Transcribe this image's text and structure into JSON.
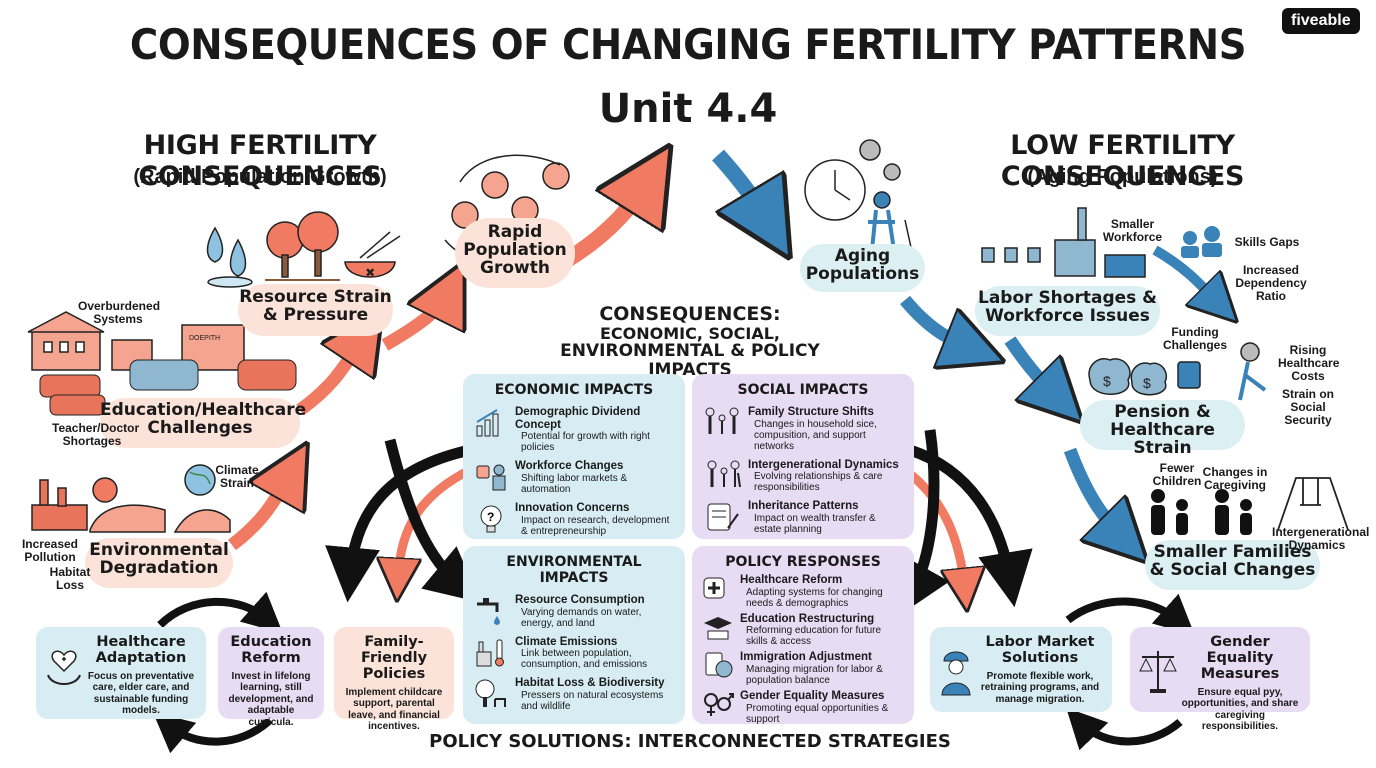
{
  "brand": "fiveable",
  "title": "CONSEQUENCES OF CHANGING FERTILITY PATTERNS",
  "subtitle": "Unit 4.4",
  "high": {
    "heading": "HIGH FERTILITY CONSEQUENCES",
    "subheading": "(Rapid Population Growth)",
    "rapid_growth": "Rapid Population Growth",
    "resource_strain": "Resource Strain & Pressure",
    "education": "Education/Healthcare Challenges",
    "overburdened": "Overburdened Systems",
    "teacher_shortage": "Teacher/Doctor Shortages",
    "env_degradation": "Environmental Degradation",
    "climate_strain": "Climate Strain",
    "increased_pollution": "Increased Pollution",
    "habitat_loss": "Habitat Loss",
    "hospital_sign": "DOEPITH"
  },
  "low": {
    "heading": "LOW FERTILITY CONSEQUENCES",
    "subheading": "(Aging Populations)",
    "aging": "Aging Populations",
    "labor": "Labor Shortages & Workforce Issues",
    "smaller_workforce": "Smaller Workforce",
    "skills_gaps": "Skills Gaps",
    "dependency": "Increased Dependency Ratio",
    "pension": "Pension & Healthcare Strain",
    "funding": "Funding Challenges",
    "rising_costs": "Rising Healthcare Costs",
    "social_security": "Strain on Social Security",
    "families": "Smaller Families & Social Changes",
    "fewer_children": "Fewer Children",
    "caregiving": "Changes in Caregiving",
    "intergen": "Intergenerational Dynamics"
  },
  "center": {
    "heading1": "CONSEQUENCES:",
    "heading2": "ECONOMIC, SOCIAL,",
    "heading3": "ENVIRONMENTAL & POLICY IMPACTS",
    "footer": "POLICY SOLUTIONS: INTERCONNECTED STRATEGIES"
  },
  "panels": {
    "economic": {
      "title": "ECONOMIC IMPACTS",
      "items": [
        {
          "t": "Demographic Dividend Concept",
          "d": "Potential for growth with right policies"
        },
        {
          "t": "Workforce Changes",
          "d": "Shifting labor markets & automation"
        },
        {
          "t": "Innovation Concerns",
          "d": "Impact on research, development & entrepreneurship"
        }
      ]
    },
    "social": {
      "title": "SOCIAL IMPACTS",
      "items": [
        {
          "t": "Family Structure Shifts",
          "d": "Changes in household sice, compusition, and support networks"
        },
        {
          "t": "Intergenerational Dynamics",
          "d": "Evolving relationships & care responsibilities"
        },
        {
          "t": "Inheritance Patterns",
          "d": "Impact on wealth transfer & estate planning"
        }
      ]
    },
    "environmental": {
      "title": "ENVIRONMENTAL IMPACTS",
      "items": [
        {
          "t": "Resource Consumption",
          "d": "Varying demands on water, energy, and land"
        },
        {
          "t": "Climate Emissions",
          "d": "Link between population, consumption, and emissions"
        },
        {
          "t": "Habitat Loss & Biodiversity",
          "d": "Pressers on natural ecosystems and wildlife"
        }
      ]
    },
    "policy": {
      "title": "POLICY RESPONSES",
      "items": [
        {
          "t": "Healthcare Reform",
          "d": "Adapting systems for changing needs & demographics"
        },
        {
          "t": "Education Restructuring",
          "d": "Reforming education for future skills & access"
        },
        {
          "t": "Immigration Adjustment",
          "d": "Managing migration for labor & population balance"
        },
        {
          "t": "Gender Equality Measures",
          "d": "Promoting equal opportunities & support"
        }
      ]
    }
  },
  "cards": {
    "healthcare": {
      "h": "Healthcare Adaptation",
      "b": "Focus on preventative care, elder care, and sustainable funding models."
    },
    "education": {
      "h": "Education Reform",
      "b": "Invest in lifelong learning, still development, and adaptable curricula."
    },
    "family": {
      "h": "Family-Friendly Policies",
      "b": "Implement childcare support, parental leave, and financial incentives."
    },
    "labor": {
      "h": "Labor Market Solutions",
      "b": "Promote flexible work, retraining programs, and manage migration."
    },
    "gender": {
      "h": "Gender Equality Measures",
      "b": "Ensure equal pyy, opportunities, and share caregiving responsibilities."
    }
  },
  "colors": {
    "salmon": "#f07a62",
    "blue": "#3a83b9",
    "pink_bg": "#fbe3d9",
    "blue_bg": "#dceff3",
    "lavender": "#e7dcf3"
  }
}
